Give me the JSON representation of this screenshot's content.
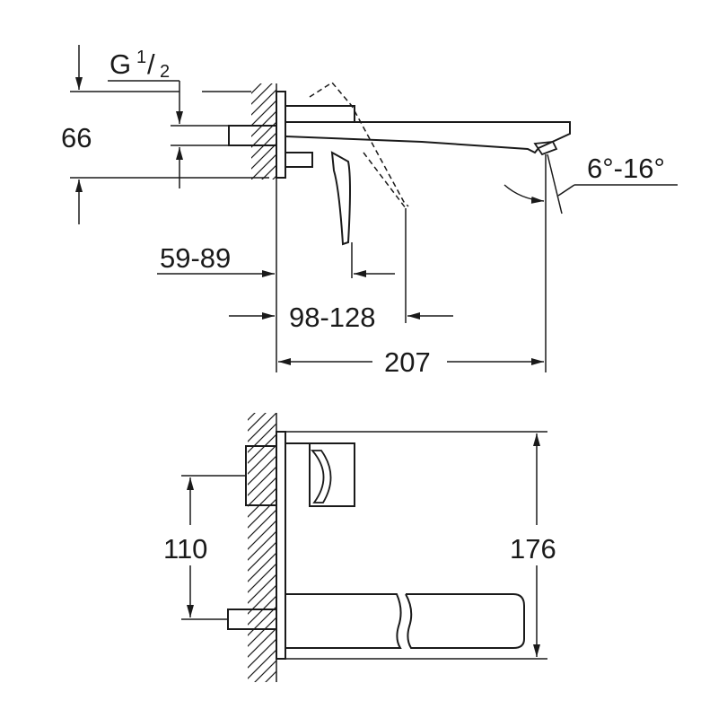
{
  "dimensions": {
    "thread_g": "G",
    "thread_num": "1",
    "thread_slash": "/",
    "thread_den": "2",
    "height_66": "66",
    "angle": "6°-16°",
    "depth_59_89": "59-89",
    "depth_98_128": "98-128",
    "length_207": "207",
    "spacing_110": "110",
    "height_176": "176"
  }
}
